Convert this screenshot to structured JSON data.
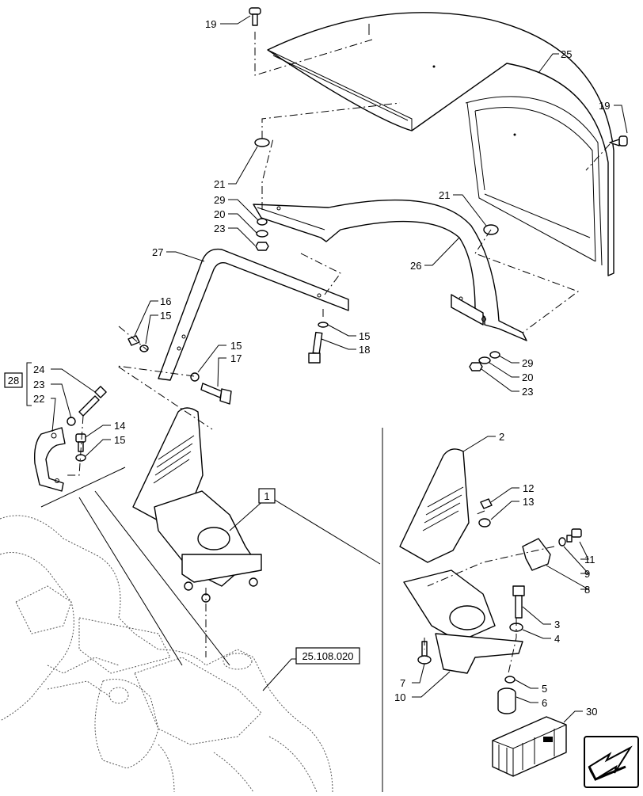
{
  "callouts": {
    "c19a": "19",
    "c25": "25",
    "c19b": "19",
    "c21a": "21",
    "c29a": "29",
    "c20a": "20",
    "c23a": "23",
    "c21b": "21",
    "c26": "26",
    "c27": "27",
    "c16": "16",
    "c15a": "15",
    "c15b": "15",
    "c18": "18",
    "c15c": "15",
    "c17": "17",
    "c29b": "29",
    "c20b": "20",
    "c23b": "23",
    "c24": "24",
    "c23c": "23",
    "c22": "22",
    "c14": "14",
    "c15d": "15",
    "c2": "2",
    "c12": "12",
    "c13": "13",
    "c11": "11",
    "c9": "9",
    "c8": "8",
    "c3": "3",
    "c4": "4",
    "c5": "5",
    "c6": "6",
    "c7": "7",
    "c10": "10",
    "c30": "30"
  },
  "boxed_labels": {
    "group28": "28",
    "group1": "1",
    "reference": "25.108.020"
  },
  "icons": {
    "nav_arrow": "arrow-down-left-icon"
  }
}
